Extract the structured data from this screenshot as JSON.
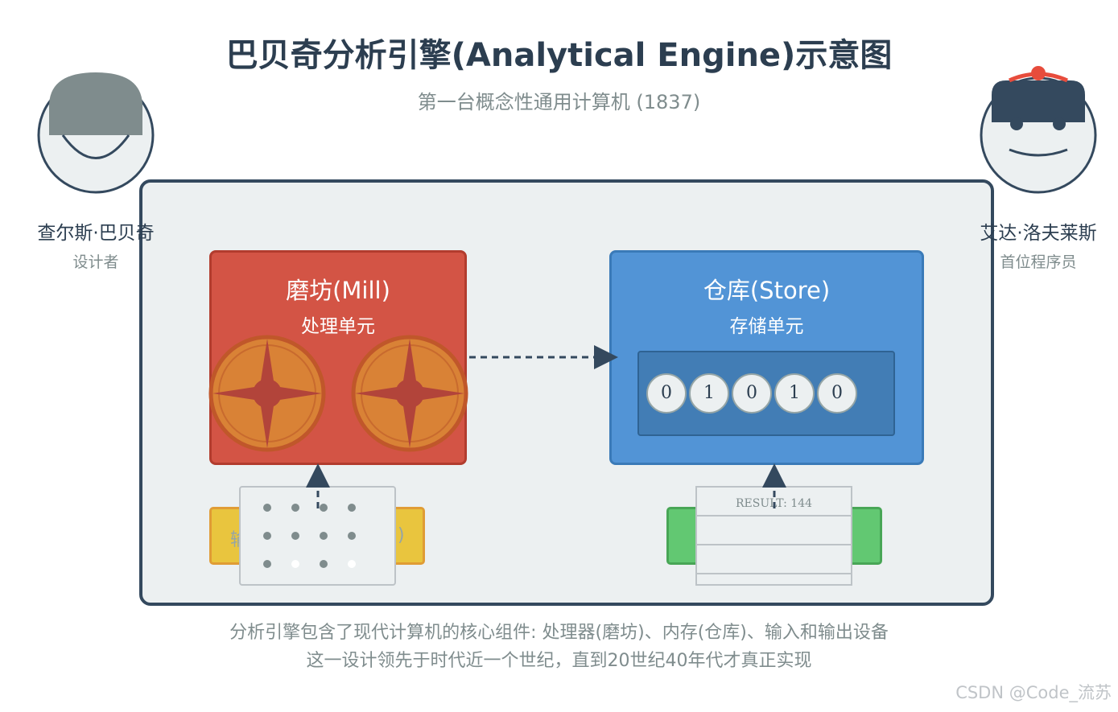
{
  "header": {
    "title": "巴贝奇分析引擎(Analytical Engine)示意图",
    "subtitle": "第一台概念性通用计算机 (1837)"
  },
  "people": {
    "left": {
      "name": "查尔斯·巴贝奇",
      "role": "设计者"
    },
    "right": {
      "name": "艾达·洛夫莱斯",
      "role": "首位程序员"
    }
  },
  "mill": {
    "title": "磨坊(Mill)",
    "subtitle": "处理单元",
    "color": "#d35445",
    "gear_color": "#d98236"
  },
  "store": {
    "title": "仓库(Store)",
    "subtitle": "存储单元",
    "color": "#5294d6",
    "digits": [
      "0",
      "1",
      "0",
      "1",
      "0"
    ]
  },
  "input": {
    "label_left": "输",
    "label_right": ")",
    "color": "#e9c53e",
    "punch_holes": [
      [
        true,
        true,
        true,
        true
      ],
      [
        true,
        true,
        true,
        true
      ],
      [
        true,
        false,
        true,
        false
      ]
    ]
  },
  "output": {
    "color": "#62c872",
    "result": "RESULT: 144"
  },
  "caption": {
    "line1": "分析引擎包含了现代计算机的核心组件: 处理器(磨坊)、内存(仓库)、输入和输出设备",
    "line2": "这一设计领先于时代近一个世纪，直到20世纪40年代才真正实现"
  },
  "watermark": "CSDN @Code_流苏"
}
